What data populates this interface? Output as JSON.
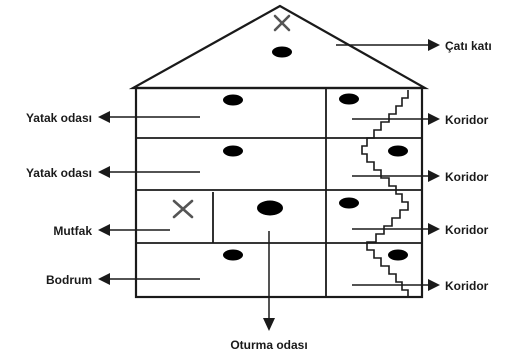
{
  "labels": {
    "roof": "Çatı katı",
    "bedroom_top": "Yatak odası",
    "bedroom_second": "Yatak odası",
    "kitchen": "Mutfak",
    "basement": "Bodrum",
    "corridor_1": "Koridor",
    "corridor_2": "Koridor",
    "corridor_3": "Koridor",
    "corridor_4": "Koridor",
    "living_room": "Oturma odası"
  },
  "colors": {
    "line": "#1a1a1a",
    "cross_mark": "#555555",
    "detector": "#000000",
    "background": "#ffffff"
  },
  "markers": {
    "crossed_out": "x-mark-icon",
    "detector": "smoke-detector-icon"
  }
}
